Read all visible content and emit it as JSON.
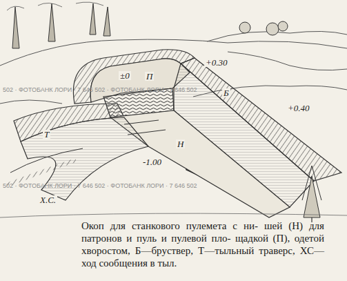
{
  "diagram": {
    "caption": "Окоп для станкового пулемета с ни- шей (Н) для патронов и пуль и пулевой пло- щадкой (П), одетой хворостом, Б—бруствер, Т—тыльный траверс, ХС—ход сообщения в тыл.",
    "labels": [
      "+0.30",
      "±0",
      "П",
      "Б",
      "+0.40",
      "Н",
      "-1.00",
      "Т",
      "Х.С.",
      "502 · ФОТОБАНК ЛОРИ · 7 646 502 · ФОТОБАНК ЛОРИ · 7 646 502",
      "502 · ФОТОБАНК ЛОРИ · 7 646 502 · ФОТОБАНК ЛОРИ · 7 646 502"
    ]
  }
}
